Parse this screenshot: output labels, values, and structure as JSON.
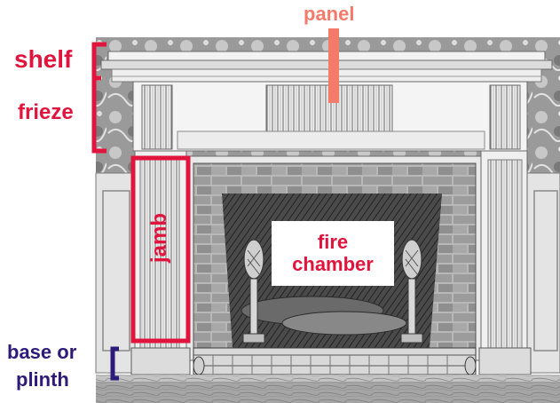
{
  "labels": {
    "shelf": "shelf",
    "frieze": "frieze",
    "panel": "panel",
    "jamb": "jamb",
    "fire_line1": "fire",
    "fire_line2": "chamber",
    "base_line1": "base or",
    "base_line2": "plinth"
  },
  "colors": {
    "label_red": "#e0143c",
    "label_purple": "#2e1a78",
    "panel_pointer": "#f47a6a"
  }
}
